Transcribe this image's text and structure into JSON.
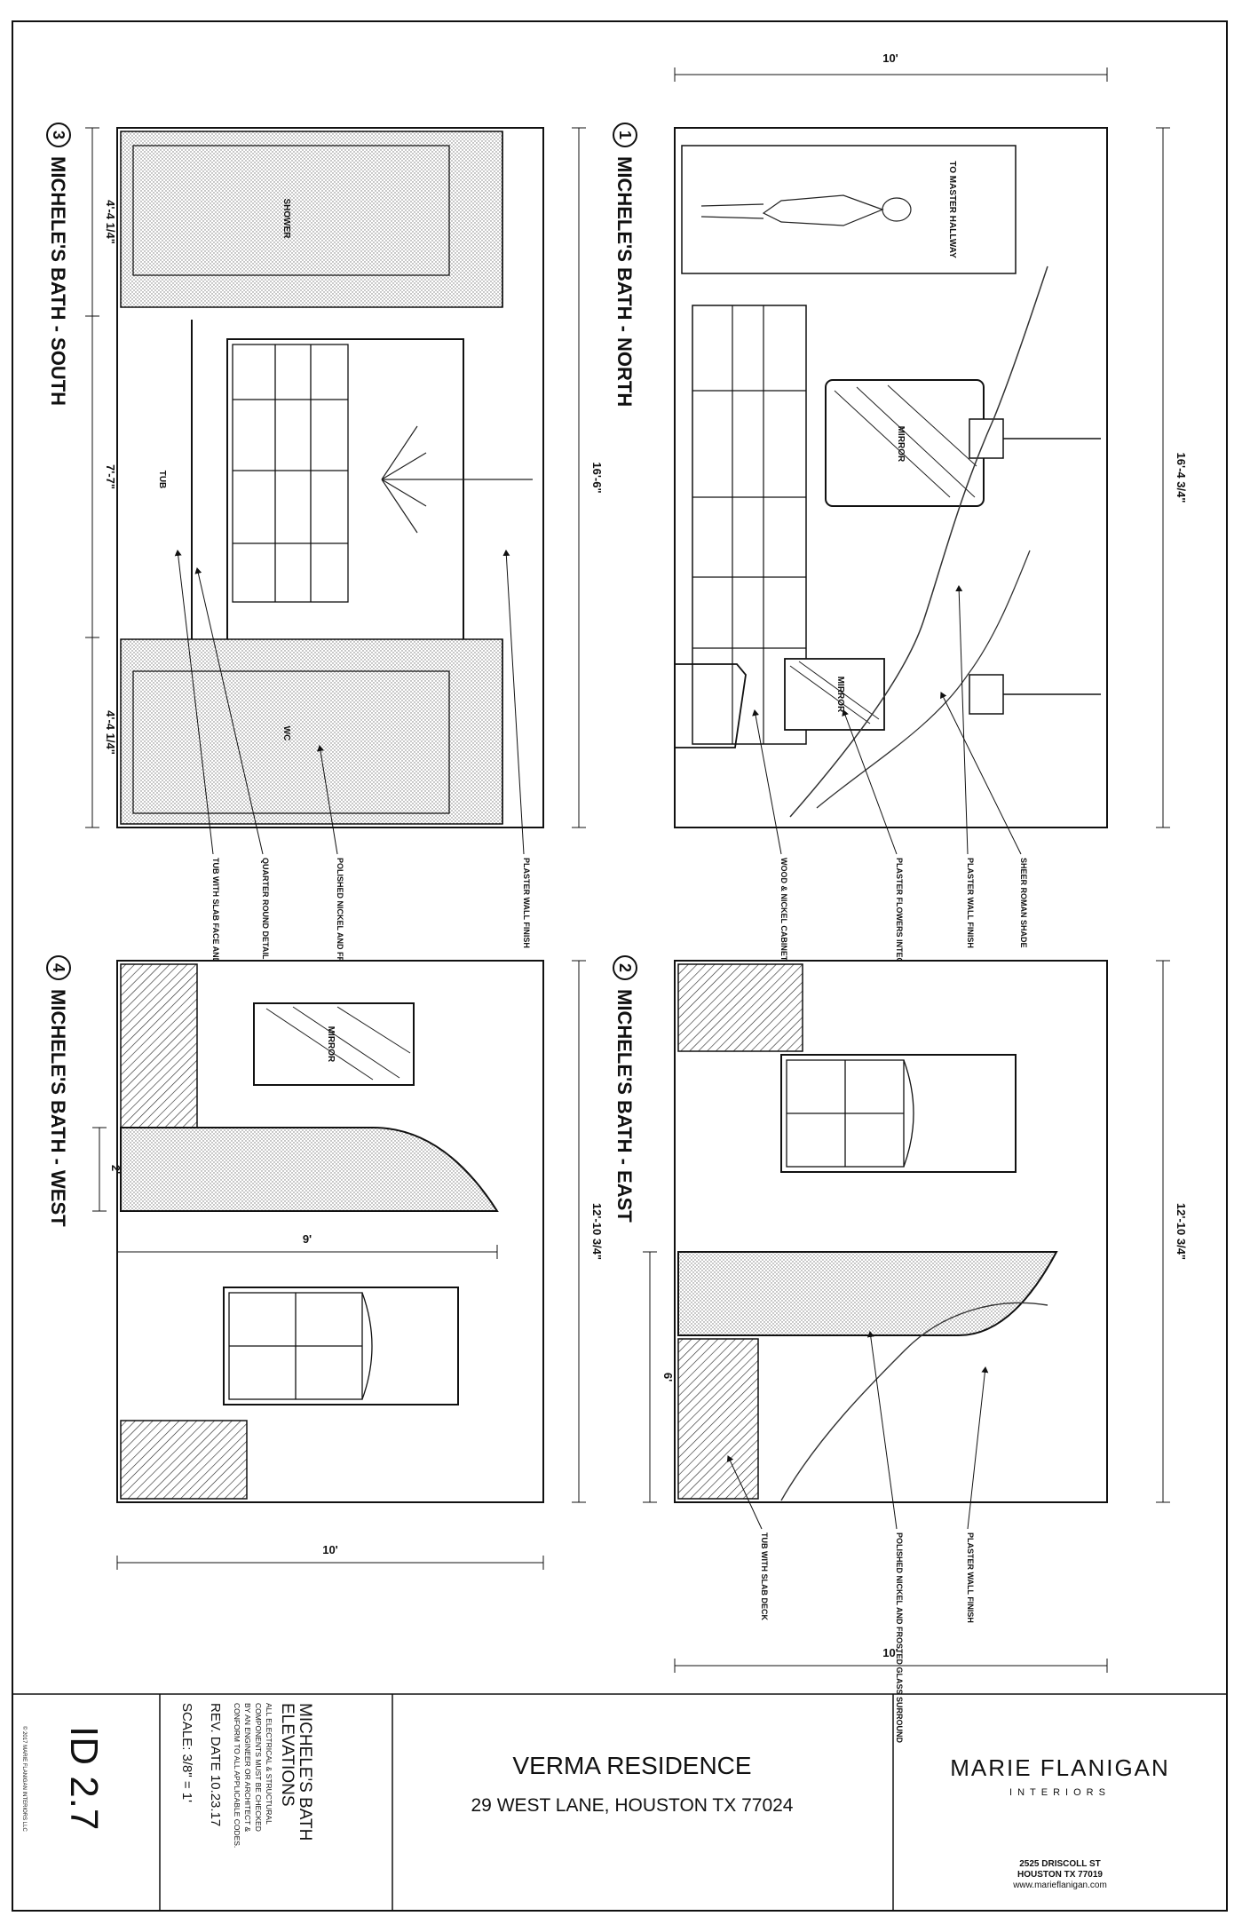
{
  "elevations": {
    "north": {
      "number": "1",
      "title": "MICHELE'S BATH - NORTH",
      "dim_width": "10'",
      "dim_height": "16'-4 3/4\"",
      "labels": {
        "to_master": "TO MASTER HALLWAY",
        "mirror_a": "MIRROR",
        "mirror_b": "MIRROR"
      },
      "notes": [
        "SHEER ROMAN SHADE",
        "PLASTER WALL FINISH",
        "PLASTER FLOWERS INTEGRATED INTO WALL",
        "WOOD & NICKEL CABINETRY"
      ]
    },
    "east": {
      "number": "2",
      "title": "MICHELE'S BATH - EAST",
      "dim_height": "12'-10 3/4\"",
      "dim_width": "10'",
      "dim_6": "6'",
      "notes": [
        "PLASTER WALL FINISH",
        "POLISHED NICKEL AND FROSTED GLASS SURROUND",
        "TUB WITH SLAB DECK"
      ]
    },
    "south": {
      "number": "3",
      "title": "MICHELE'S BATH - SOUTH",
      "dim_total": "16'-6\"",
      "dim_a": "4'-4 1/4\"",
      "dim_b": "7'-7\"",
      "dim_c": "4'-4 1/4\"",
      "labels": {
        "shower": "SHOWER",
        "tub": "TUB",
        "wc": "WC"
      },
      "notes": [
        "PLASTER WALL FINISH",
        "POLISHED NICKEL AND FROSTED GLASS SURROUND",
        "QUARTER ROUND DETAIL WITH SLAB",
        "TUB WITH SLAB FACE AND DECK"
      ]
    },
    "west": {
      "number": "4",
      "title": "MICHELE'S BATH - WEST",
      "dim_height": "12'-10 3/4\"",
      "dim_width": "10'",
      "dim_9": "9'",
      "dim_2": "2'",
      "labels": {
        "mirror": "MIRROR"
      }
    }
  },
  "title_block": {
    "sheet_id": "ID 2.7",
    "copyright": "© 2017 MARIE FLANIGAN INTERIORS LLC",
    "scale": "SCALE: 3/8\" = 1'",
    "rev_date": "REV. DATE 10.23.17",
    "disclaimer": [
      "ALL ELECTRICAL & STRUCTURAL",
      "COMPONENTS MUST BE CHECKED",
      "BY AN ENGINEER OR ARCHITECT &",
      "CONFORM TO ALL APPLICABLE CODES."
    ],
    "sheet_title": [
      "MICHELE'S BATH",
      "ELEVATIONS"
    ],
    "project": "VERMA RESIDENCE",
    "address": "29 WEST LANE, HOUSTON TX 77024",
    "firm_name": "MARIE FLANIGAN",
    "firm_sub": "INTERIORS",
    "firm_address": [
      "2525 DRISCOLL ST",
      "HOUSTON TX 77019",
      "www.marieflanigan.com"
    ]
  }
}
